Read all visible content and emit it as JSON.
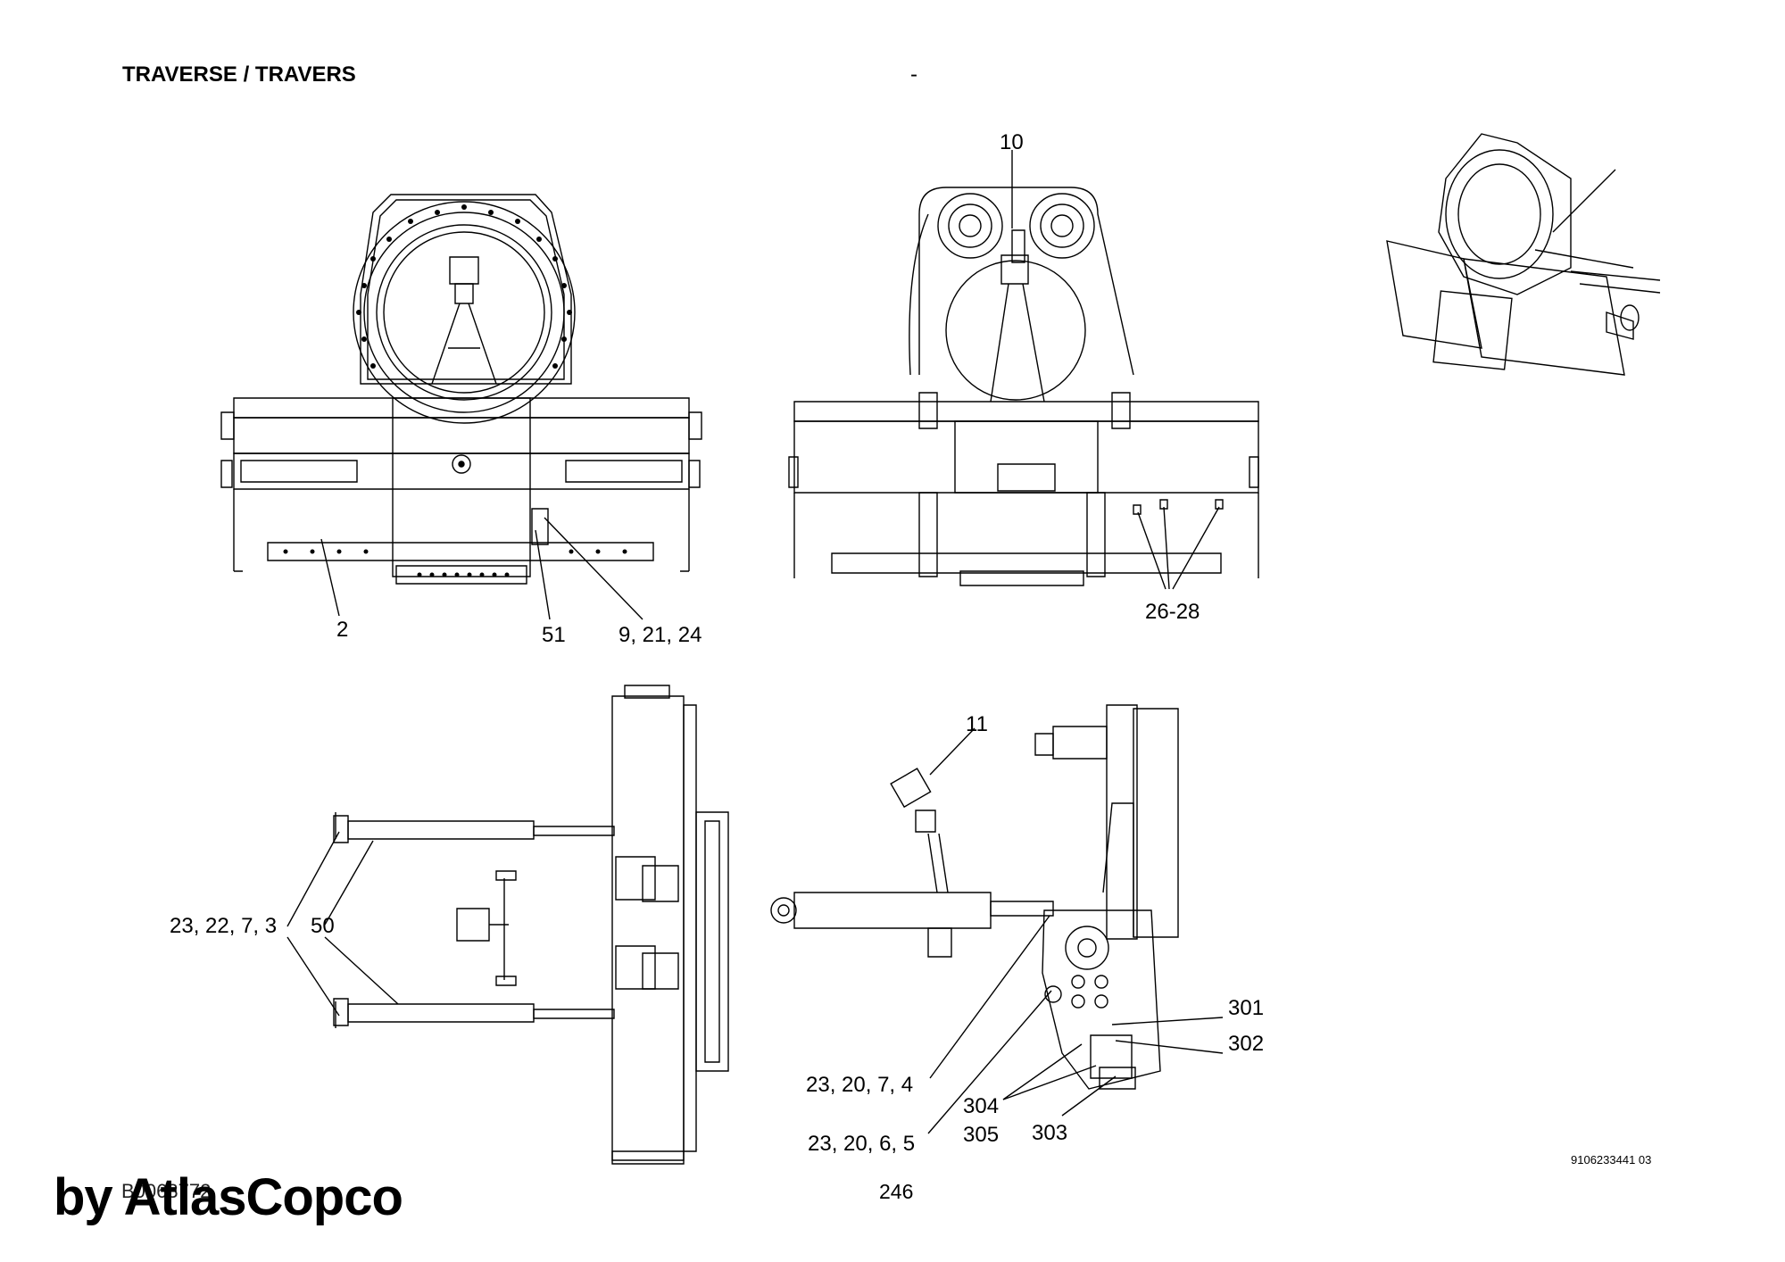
{
  "header": {
    "title": "TRAVERSE / TRAVERS",
    "dash": "-"
  },
  "callouts": [
    {
      "id": "c-2",
      "label": "2"
    },
    {
      "id": "c-51",
      "label": "51"
    },
    {
      "id": "c-9-21-24",
      "label": "9, 21, 24"
    },
    {
      "id": "c-10",
      "label": "10"
    },
    {
      "id": "c-26-28",
      "label": "26-28"
    },
    {
      "id": "c-11",
      "label": "11"
    },
    {
      "id": "c-23-22-7-3",
      "label": "23, 22, 7, 3"
    },
    {
      "id": "c-50",
      "label": "50"
    },
    {
      "id": "c-301",
      "label": "301"
    },
    {
      "id": "c-302",
      "label": "302"
    },
    {
      "id": "c-23-20-7-4",
      "label": "23, 20, 7, 4"
    },
    {
      "id": "c-304",
      "label": "304"
    },
    {
      "id": "c-305",
      "label": "305"
    },
    {
      "id": "c-303",
      "label": "303"
    },
    {
      "id": "c-23-20-6-5",
      "label": "23, 20, 6, 5"
    }
  ],
  "footer": {
    "page_number": "246",
    "document_number": "9106233441 03",
    "drawing_id": "B0063772",
    "brand": "by AtlasCopco"
  },
  "colors": {
    "line": "#000000",
    "background": "#ffffff"
  }
}
